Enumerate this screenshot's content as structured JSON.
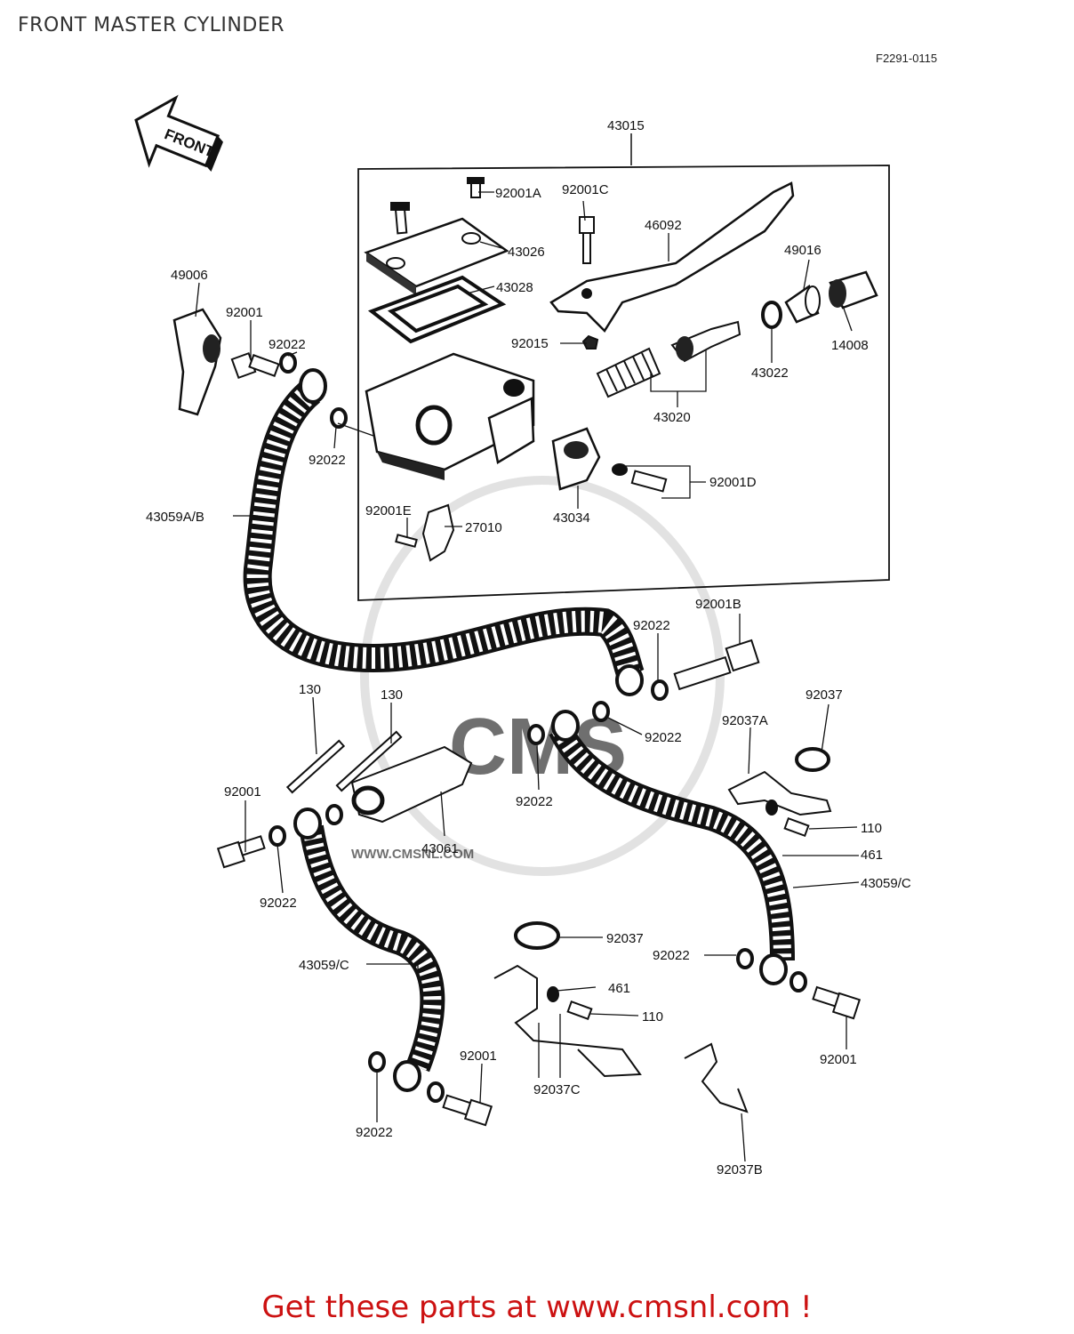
{
  "page": {
    "title": "FRONT MASTER CYLINDER",
    "figure_code": "F2291-0115",
    "front_arrow": "FRONT",
    "watermark": "WWW.CMSNL.COM",
    "watermark_logo": "CMS",
    "cta": "Get these parts at www.cmsnl.com !"
  },
  "parts": {
    "p43015": "43015",
    "p92001A": "92001A",
    "p92001C": "92001C",
    "p46092": "46092",
    "p43026": "43026",
    "p43028": "43028",
    "p49016": "49016",
    "p49006": "49006",
    "p92001_a": "92001",
    "p92022_a": "92022",
    "p92015": "92015",
    "p14008": "14008",
    "p43022": "43022",
    "p43020": "43020",
    "p92022_b": "92022",
    "p92001D": "92001D",
    "p43059AB": "43059A/B",
    "p43034": "43034",
    "p92001E": "92001E",
    "p27010": "27010",
    "p92001B": "92001B",
    "p92022_c": "92022",
    "p130_a": "130",
    "p130_b": "130",
    "p92037_a": "92037",
    "p92022_d": "92022",
    "p92037A": "92037A",
    "p92022_e": "92022",
    "p92001_b": "92001",
    "p43061": "43061",
    "p110_a": "110",
    "p461_a": "461",
    "p92022_f": "92022",
    "p43059C_a": "43059/C",
    "p92037_b": "92037",
    "p92022_g": "92022",
    "p43059C_b": "43059/C",
    "p461_b": "461",
    "p110_b": "110",
    "p92001_c": "92001",
    "p92037C": "92037C",
    "p92001_d": "92001",
    "p92022_h": "92022",
    "p92037B": "92037B"
  }
}
